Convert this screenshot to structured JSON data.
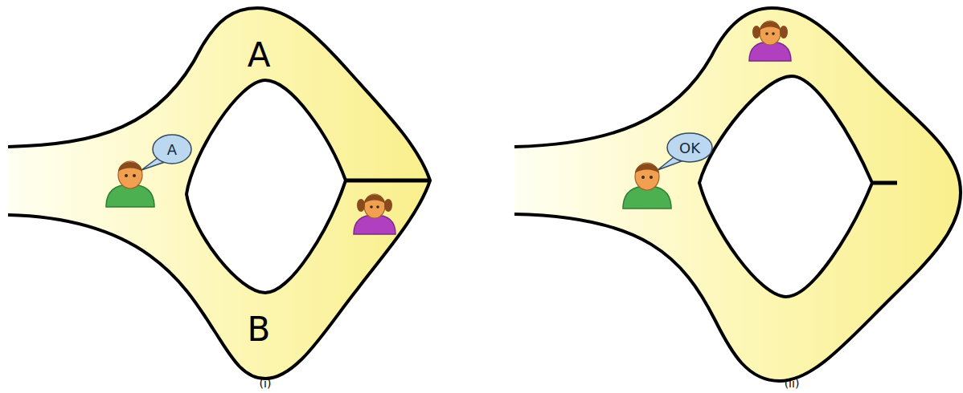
{
  "diagram": {
    "nodes": [
      {
        "text": [
          "A"
        ]
      },
      {
        "text": [
          "OK"
        ]
      }
    ],
    "labels": [
      "A",
      "B",
      "(i)",
      "(ii)"
    ]
  }
}
